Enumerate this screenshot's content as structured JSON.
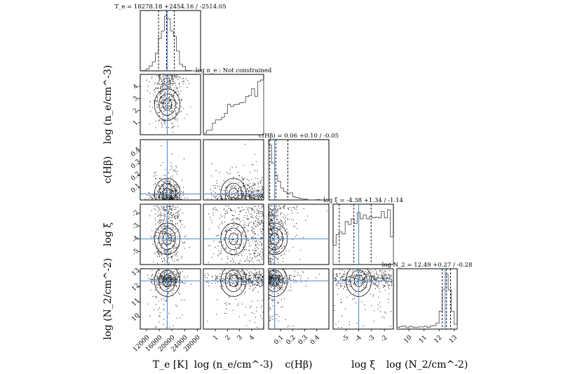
{
  "chart_data": {
    "type": "scatter",
    "subtype": "corner-plot",
    "parameters": [
      {
        "key": "Te",
        "axis_label": "T_e [K]",
        "range": [
          10000,
          29000
        ],
        "ticks": [
          12000,
          16000,
          20000,
          24000,
          28000
        ],
        "tick_labels": [
          "12000",
          "16000",
          "20000",
          "24000",
          "28000"
        ],
        "median": 18278.18,
        "plus": 2454.16,
        "minus": 2514.05,
        "title": "T_e = 18278.18 +2454.16 / -2514.05",
        "truth": 18500
      },
      {
        "key": "logne",
        "axis_label": "log (n_e/cm^-3)",
        "range": [
          0,
          5
        ],
        "ticks": [
          1,
          2,
          3,
          4
        ],
        "tick_labels": [
          "1",
          "2",
          "3",
          "4"
        ],
        "title": "log n_e : Not constrained",
        "truth": null
      },
      {
        "key": "cHb",
        "axis_label": "c(Hβ)",
        "range": [
          0,
          0.5
        ],
        "ticks": [
          0.1,
          0.2,
          0.3,
          0.4
        ],
        "tick_labels": [
          "0.1",
          "0.2",
          "0.3",
          "0.4"
        ],
        "median": 0.06,
        "plus": 0.1,
        "minus": 0.05,
        "title": "c(Hβ) = 0.06 +0.10 / -0.05",
        "truth": 0.05
      },
      {
        "key": "logxi",
        "axis_label": "log ξ",
        "range": [
          -6,
          -1.3
        ],
        "ticks": [
          -5,
          -4,
          -3,
          -2
        ],
        "tick_labels": [
          "-5",
          "-4",
          "-3",
          "-2"
        ],
        "median": -4.38,
        "plus": 1.34,
        "minus": 1.14,
        "title": "log ξ = -4.38 +1.34 / -1.14",
        "truth": -4.0
      },
      {
        "key": "logN2",
        "axis_label": "log (N_2/cm^-2)",
        "range": [
          9.2,
          13.2
        ],
        "ticks": [
          10,
          11,
          12,
          13
        ],
        "tick_labels": [
          "10",
          "11",
          "12",
          "13"
        ],
        "median": 12.49,
        "plus": 0.27,
        "minus": 0.28,
        "title": "log N_2 = 12.49 +0.27 / -0.28",
        "truth": 12.4
      }
    ],
    "grid": false,
    "truth_color": "#4a86c5",
    "density_color": "#555555"
  }
}
